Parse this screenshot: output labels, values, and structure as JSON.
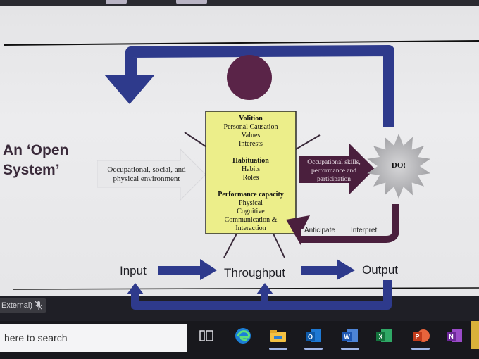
{
  "slide": {
    "title_line1": "An ‘Open",
    "title_line2": "System’"
  },
  "diagram": {
    "input_box": {
      "line1": "Occupational, social, and",
      "line2": "physical environment"
    },
    "center_box": {
      "volition_heading": "Volition",
      "volition_items": [
        "Personal Causation",
        "Values",
        "Interests"
      ],
      "habituation_heading": "Habituation",
      "habituation_items": [
        "Habits",
        "Roles"
      ],
      "performance_heading": "Performance  capacity",
      "performance_items": [
        "Physical",
        "Cognitive",
        "Communication &",
        "Interaction"
      ]
    },
    "output_arrow": {
      "line1": "Occupational skills,",
      "line2": "performance and",
      "line3": "participation"
    },
    "do_label": "DO!",
    "feedback_labels": {
      "anticipate": "Anticipate",
      "interpret": "Interpret"
    },
    "flow": {
      "input": "Input",
      "throughput": "Throughput",
      "output": "Output"
    },
    "colors": {
      "navy": "#2e3a8c",
      "plum": "#4a1f3d",
      "center_fill": "#ecee8a",
      "circle": "#5a2448",
      "star": "#a8a8ac"
    }
  },
  "meeting_pill": {
    "label": "External)",
    "icon": "mic-muted-icon"
  },
  "taskbar": {
    "search_placeholder": "here to search",
    "icons": [
      "task-view-icon",
      "edge-icon",
      "file-explorer-icon",
      "outlook-icon",
      "word-icon",
      "excel-icon",
      "powerpoint-icon",
      "onenote-icon"
    ]
  }
}
